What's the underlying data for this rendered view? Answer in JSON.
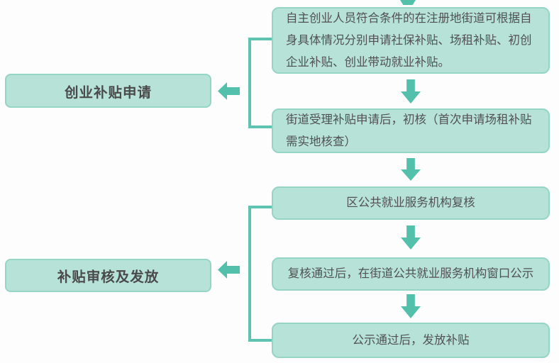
{
  "colors": {
    "background": "#fdfdfd",
    "box_fill": "#b6e2d7",
    "box_border": "#94d5c6",
    "arrow": "#52c0ab",
    "connector": "#5ec3b0",
    "text": "#515151"
  },
  "stages": [
    {
      "label": "创业补贴申请"
    },
    {
      "label": "补贴审核及发放"
    }
  ],
  "flow": {
    "steps": [
      {
        "lines": [
          "自主创业人员符合条件的在注册地街道可根据自",
          "身具体情况分别申请社保补贴、场租补贴、初创",
          "企业补贴、创业带动就业补贴。"
        ]
      },
      {
        "lines": [
          "街道受理补贴申请后，初核（首次申请场租补贴",
          "需实地核查）"
        ]
      },
      {
        "lines": [
          "区公共就业服务机构复核"
        ]
      },
      {
        "lines": [
          "复核通过后，在街道公共就业服务机构窗口公示"
        ]
      },
      {
        "lines": [
          "公示通过后，发放补贴"
        ]
      }
    ]
  },
  "icons": {
    "down_arrow": "arrow-down",
    "left_arrow": "arrow-left",
    "top_remnant": "arrow-down-partial"
  }
}
